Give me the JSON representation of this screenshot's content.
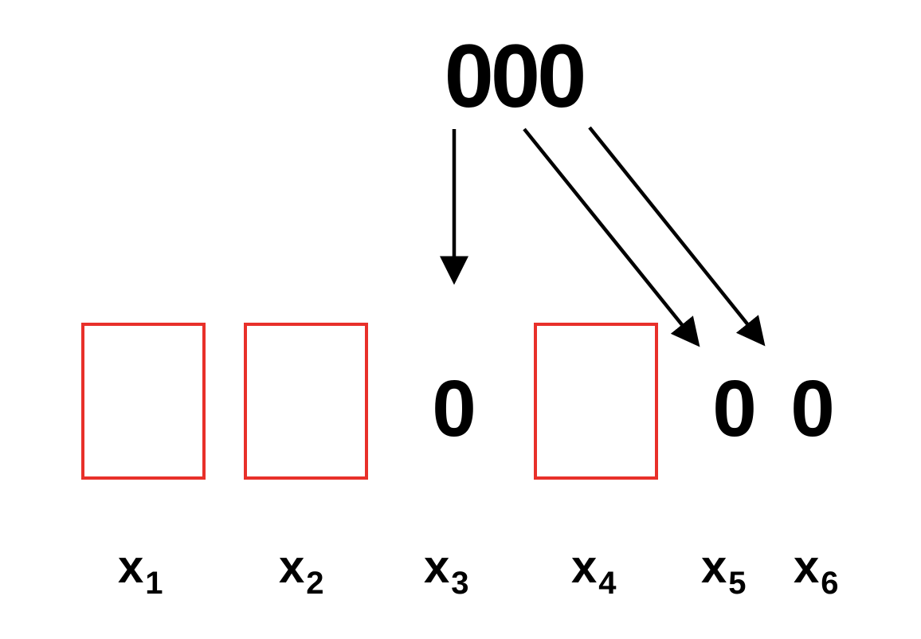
{
  "source": {
    "code": "000"
  },
  "slots": [
    {
      "id": "x1",
      "filled": false,
      "digit": "",
      "label_base": "x",
      "label_sub": "1"
    },
    {
      "id": "x2",
      "filled": false,
      "digit": "",
      "label_base": "x",
      "label_sub": "2"
    },
    {
      "id": "x3",
      "filled": true,
      "digit": "0",
      "label_base": "x",
      "label_sub": "3"
    },
    {
      "id": "x4",
      "filled": false,
      "digit": "",
      "label_base": "x",
      "label_sub": "4"
    },
    {
      "id": "x5",
      "filled": true,
      "digit": "0",
      "label_base": "x",
      "label_sub": "5"
    },
    {
      "id": "x6",
      "filled": true,
      "digit": "0",
      "label_base": "x",
      "label_sub": "6"
    }
  ],
  "colors": {
    "empty_slot_border": "#e8302a",
    "text": "#000000",
    "arrow": "#000000"
  }
}
